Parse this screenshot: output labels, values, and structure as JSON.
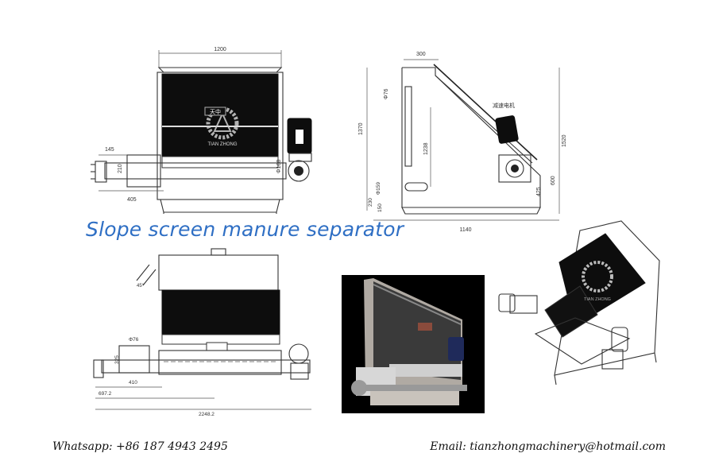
{
  "title": "Slope screen manure separator",
  "contact": {
    "whatsapp": "Whatsapp: +86 187 4943 2495",
    "email": "Email: tianzhongmachinery@hotmail.com"
  },
  "watermark": {
    "plate": "天中",
    "text": "TIAN ZHONG"
  },
  "front_view": {
    "width": "1200",
    "inlet": "145",
    "pipe_h": "210",
    "pipe_d": "Φ168",
    "foot": "405"
  },
  "side_view": {
    "top": "300",
    "pipe": "Φ76",
    "height_a": "1370",
    "height_b": "1238",
    "height_c": "1520",
    "motor_label": "减速电机",
    "outlet": "Φ159",
    "mid": "230",
    "low": "150",
    "right_low": "425",
    "right_mid": "600",
    "base": "1140"
  },
  "top_view": {
    "inlet_d": "Φ76",
    "pipe_h": "325",
    "w1": "410",
    "w2": "697.2",
    "w3": "2248.2",
    "angle": "45°"
  },
  "colors": {
    "title": "#2f6fc4",
    "text": "#111111",
    "line": "#333333",
    "screen": "#0d0d0d"
  }
}
